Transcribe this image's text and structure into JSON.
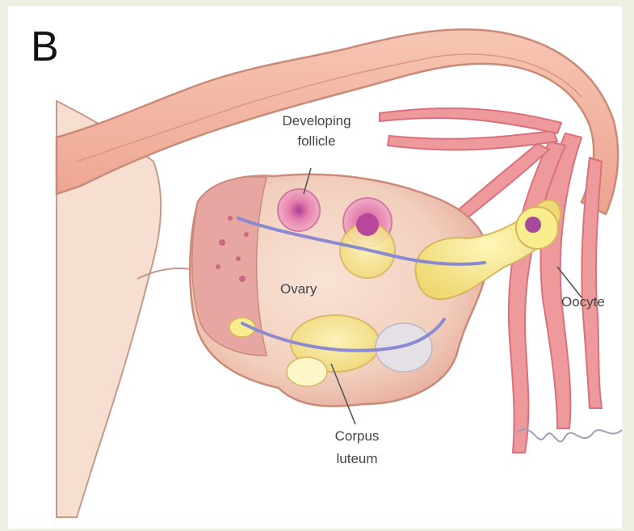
{
  "panel_letter": "B",
  "labels": {
    "developing_follicle_line1": "Developing",
    "developing_follicle_line2": "follicle",
    "ovary": "Ovary",
    "oocyte": "Oocyte",
    "corpus_luteum_line1": "Corpus",
    "corpus_luteum_line2": "luteum"
  },
  "colors": {
    "background": "#eef0e4",
    "tube": "#f3b9a4",
    "tube_outline": "#c98a78",
    "ovary": "#f5d6c6",
    "ovary_shadow": "#e9a99c",
    "follicle": "#e98eaf",
    "follicle_core": "#b6479a",
    "yellow_tissue": "#f8ee8e",
    "vessel": "#8b8ad0",
    "fimbriae": "#e7828a"
  }
}
